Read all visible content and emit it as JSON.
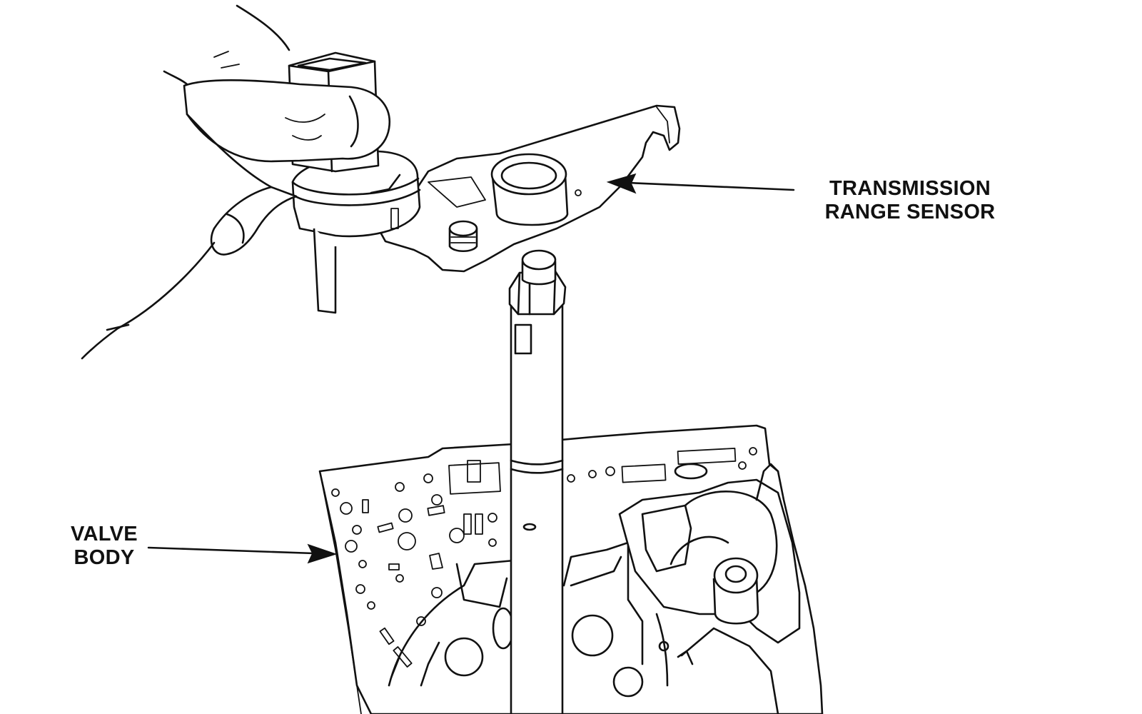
{
  "labels": {
    "transmission_range_sensor": {
      "line1": "TRANSMISSION",
      "line2": "RANGE SENSOR"
    },
    "valve_body": {
      "line1": "VALVE",
      "line2": "BODY"
    }
  },
  "colors": {
    "ink": "#111111",
    "paper": "#ffffff"
  }
}
